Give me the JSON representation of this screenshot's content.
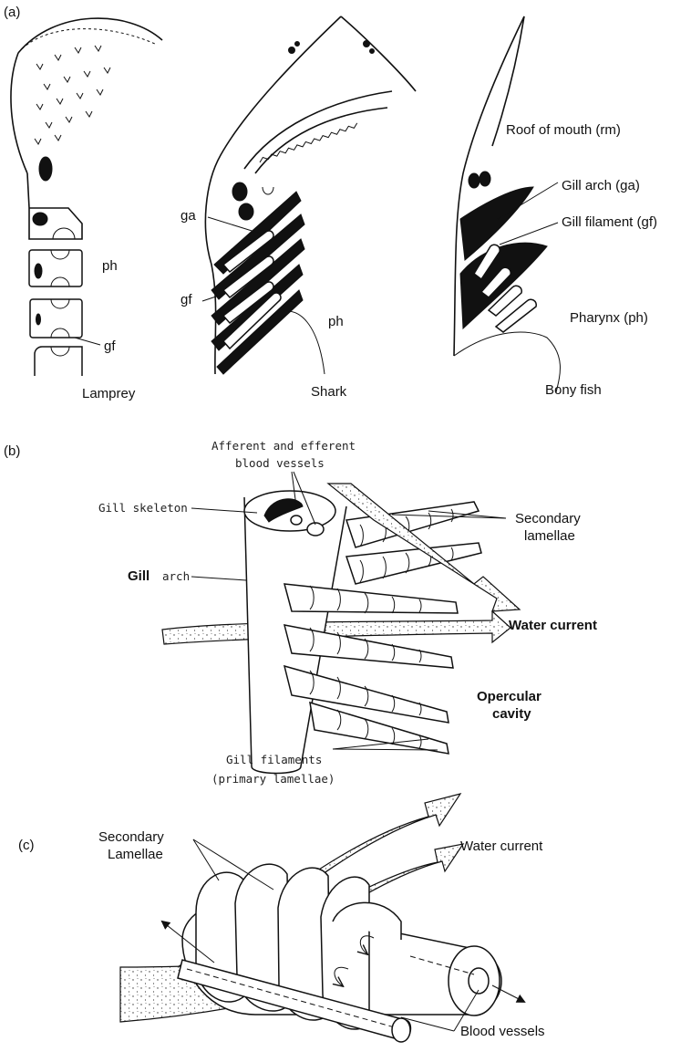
{
  "panels": {
    "a": {
      "tag": "(a)",
      "labels": {
        "ph_lamprey": "ph",
        "gf_lamprey": "gf",
        "ga_shark": "ga",
        "gf_shark": "gf",
        "ph_shark": "ph",
        "roof": "Roof of mouth (rm)",
        "gill_arch": "Gill arch (ga)",
        "gill_filament": "Gill filament (gf)",
        "pharynx": "Pharynx (ph)"
      },
      "captions": [
        "Lamprey",
        "Shark",
        "Bony   fish"
      ]
    },
    "b": {
      "tag": "(b)",
      "vessels_line1": "Afferent  and  efferent",
      "vessels_line2": "blood   vessels",
      "gill_skeleton": "Gill   skeleton",
      "gill_word": "Gill",
      "arch_word": "arch",
      "secondary_1": "Secondary",
      "secondary_2": "lamellae",
      "water_current": "Water current",
      "opercular_1": "Opercular",
      "opercular_2": "cavity",
      "filaments_1": "Gill   filaments",
      "filaments_2": "(primary    lamellae)"
    },
    "c": {
      "tag": "(c)",
      "secondary_1": "Secondary",
      "secondary_2": "Lamellae",
      "water_current": "Water current",
      "blood_vessels": "Blood vessels"
    }
  }
}
